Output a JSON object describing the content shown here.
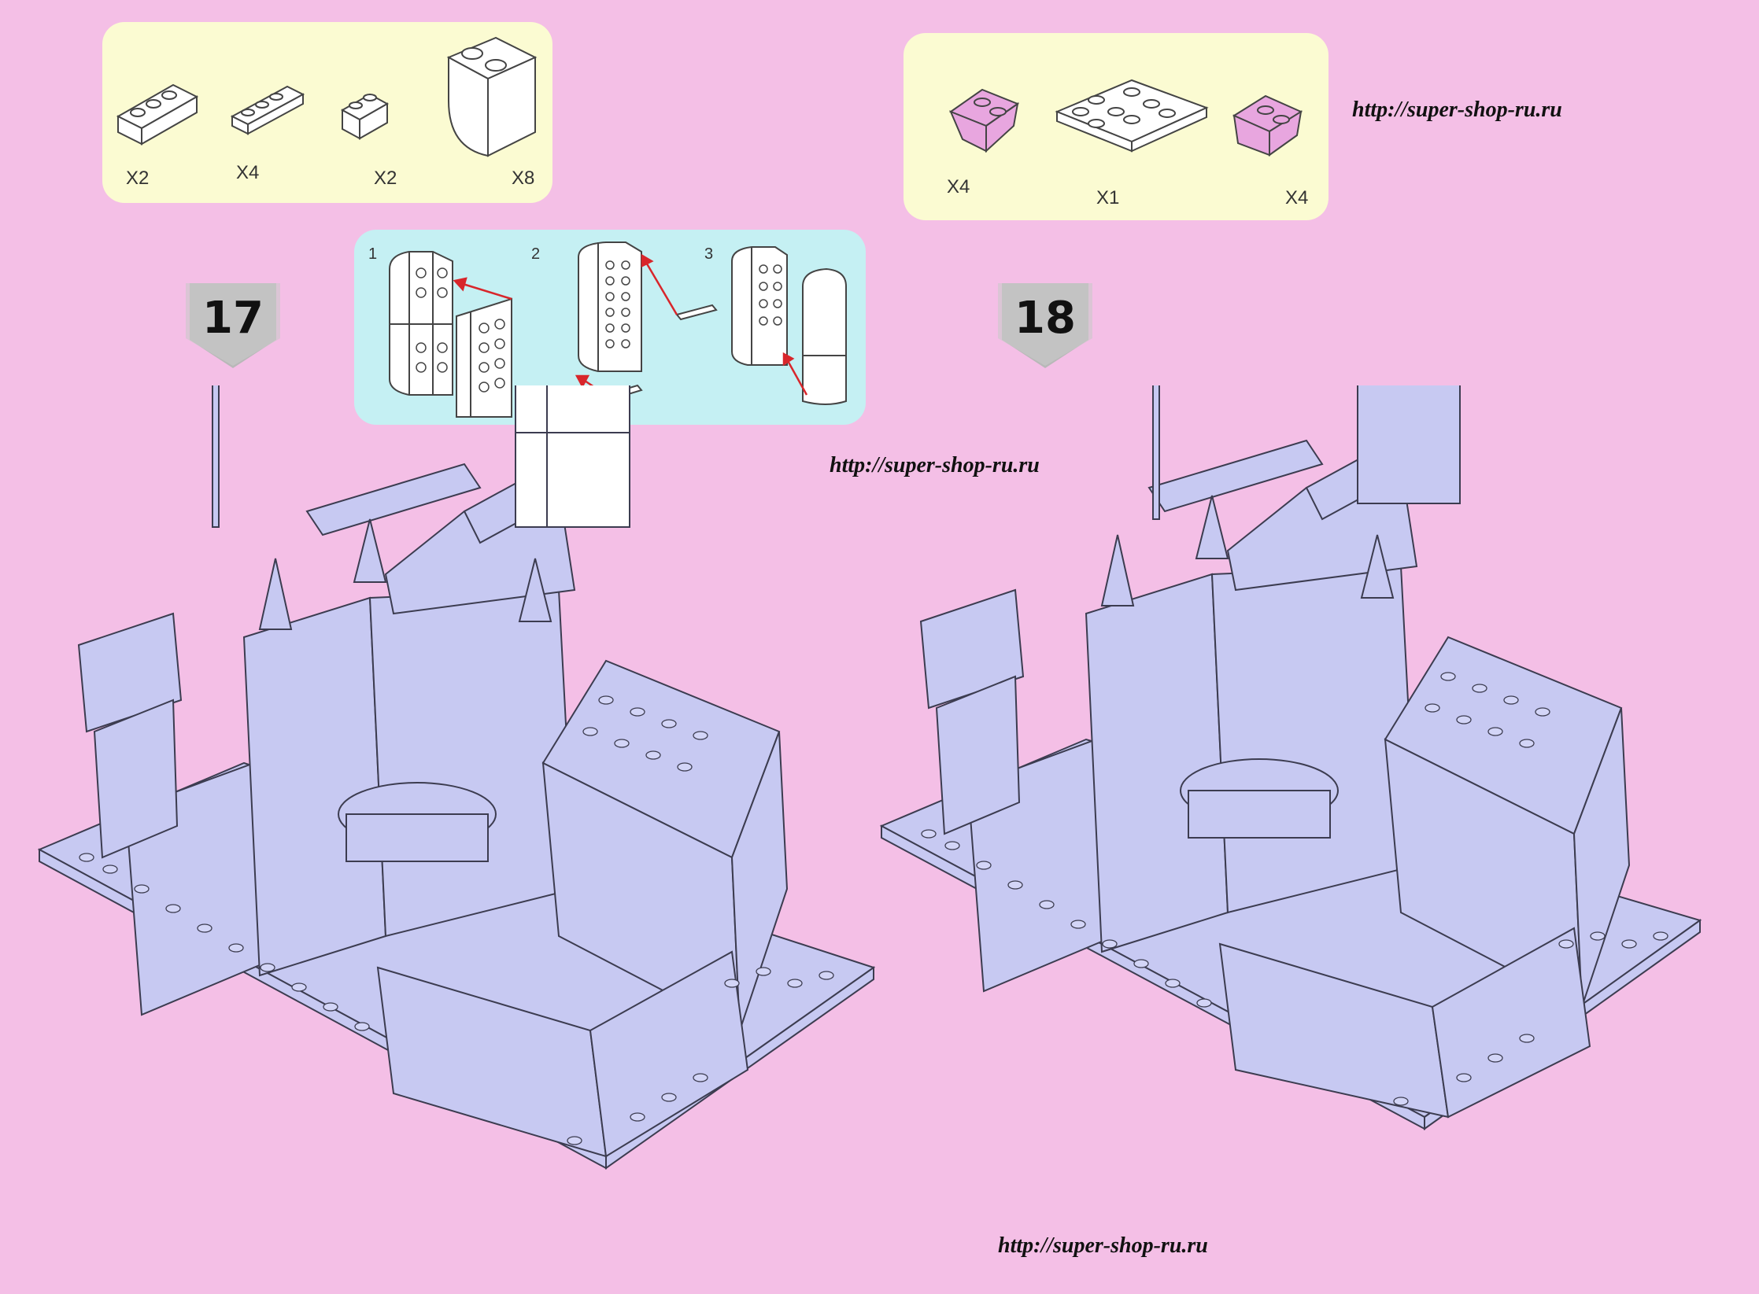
{
  "parts_box_17": {
    "quantities": [
      "X2",
      "X4",
      "X2",
      "X8"
    ]
  },
  "parts_box_18": {
    "quantities": [
      "X4",
      "X1",
      "X4"
    ]
  },
  "subassembly": {
    "substeps": [
      "1",
      "2",
      "3"
    ]
  },
  "steps": {
    "left": "17",
    "right": "18"
  },
  "watermarks": {
    "top_right": "http://super-shop-ru.ru",
    "middle": "http://super-shop-ru.ru",
    "bottom": "http://super-shop-ru.ru"
  },
  "colors": {
    "page_background": "#f4bfe6",
    "parts_panel": "#fbfbd2",
    "subassembly_panel": "#c5f0f3",
    "model_bricks": "#c7c9f2",
    "new_pink_parts": "#e8a6df",
    "arrow_red": "#d8262b"
  }
}
